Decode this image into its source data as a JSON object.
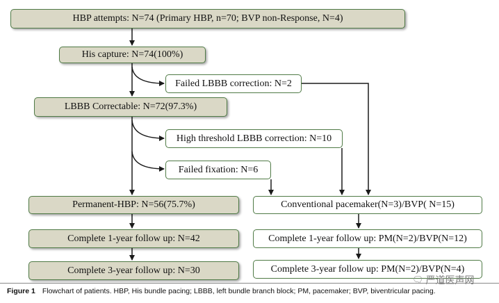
{
  "boxes": {
    "hbp_attempts": "HBP attempts: N=74 (Primary HBP, n=70; BVP non-Response, N=4)",
    "his_capture": "His capture: N=74(100%)",
    "failed_lbbb": "Failed LBBB correction: N=2",
    "lbbb_correctable": "LBBB Correctable: N=72(97.3%)",
    "high_threshold": "High threshold LBBB correction: N=10",
    "failed_fixation": "Failed fixation: N=6",
    "permanent_hbp": "Permanent-HBP: N=56(75.7%)",
    "conventional": "Conventional pacemaker(N=3)/BVP( N=15)",
    "left_1yr": "Complete 1-year follow up: N=42",
    "right_1yr": "Complete 1-year follow up: PM(N=2)/BVP(N=12)",
    "left_3yr": "Complete 3-year follow up: N=30",
    "right_3yr": "Complete 3-year follow up: PM(N=2)/BVP(N=4)"
  },
  "caption": {
    "label": "Figure 1",
    "text": "Flowchart of patients. HBP, His bundle pacing; LBBB, left bundle branch block; PM, pacemaker; BVP, biventricular pacing."
  },
  "watermark": {
    "icon": "wechat-icon",
    "text": "严道医声网"
  },
  "colors": {
    "box_border": "#4f7a45",
    "box_fill": "#dad8c6",
    "arrow": "#1a1a1a"
  }
}
